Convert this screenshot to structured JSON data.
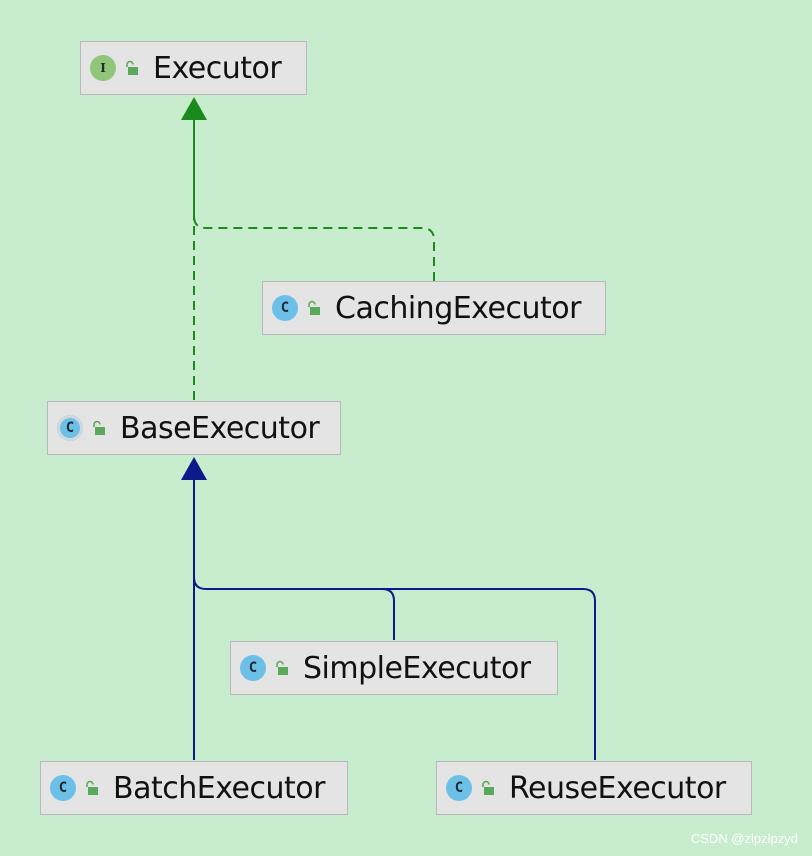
{
  "diagram": {
    "nodes": [
      {
        "id": "executor",
        "label": "Executor",
        "kind": "interface",
        "kind_glyph": "I"
      },
      {
        "id": "caching",
        "label": "CachingExecutor",
        "kind": "class",
        "kind_glyph": "C"
      },
      {
        "id": "base",
        "label": "BaseExecutor",
        "kind": "abstract-class",
        "kind_glyph": "C"
      },
      {
        "id": "simple",
        "label": "SimpleExecutor",
        "kind": "class",
        "kind_glyph": "C"
      },
      {
        "id": "batch",
        "label": "BatchExecutor",
        "kind": "class",
        "kind_glyph": "C"
      },
      {
        "id": "reuse",
        "label": "ReuseExecutor",
        "kind": "class",
        "kind_glyph": "C"
      }
    ],
    "edges": [
      {
        "from": "caching",
        "to": "executor",
        "type": "implements",
        "style": "dashed",
        "color": "#1a8a1a"
      },
      {
        "from": "base",
        "to": "executor",
        "type": "implements",
        "style": "dashed",
        "color": "#1a8a1a"
      },
      {
        "from": "simple",
        "to": "base",
        "type": "extends",
        "style": "solid",
        "color": "#0c1b8a"
      },
      {
        "from": "batch",
        "to": "base",
        "type": "extends",
        "style": "solid",
        "color": "#0c1b8a"
      },
      {
        "from": "reuse",
        "to": "base",
        "type": "extends",
        "style": "solid",
        "color": "#0c1b8a"
      }
    ],
    "icons": {
      "interface": "interface-i-icon",
      "class": "class-c-icon",
      "visibility": "unlocked-padlock-icon"
    }
  },
  "colors": {
    "background": "#c7ecce",
    "implements": "#1a8a1a",
    "extends": "#0c1b8a"
  },
  "watermark": "CSDN @zlpzlpzyd"
}
